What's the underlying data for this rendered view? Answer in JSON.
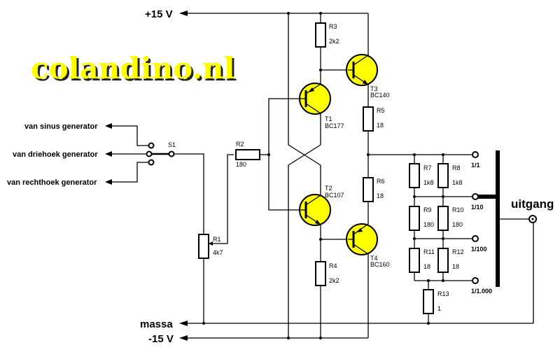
{
  "logo": {
    "text": "colandino.nl",
    "color": "#ffff00"
  },
  "rails": {
    "plus": "+15 V",
    "ground": "massa",
    "minus": "-15 V"
  },
  "inputs": {
    "sine": "van sinus generator",
    "triangle": "van driehoek generator",
    "square": "van rechthoek generator"
  },
  "switch": {
    "name": "S1"
  },
  "resistors": {
    "R1": {
      "name": "R1",
      "value": "4k7"
    },
    "R2": {
      "name": "R2",
      "value": "180"
    },
    "R3": {
      "name": "R3",
      "value": "2k2"
    },
    "R4": {
      "name": "R4",
      "value": "2k2"
    },
    "R5": {
      "name": "R5",
      "value": "18"
    },
    "R6": {
      "name": "R6",
      "value": "18"
    },
    "R7": {
      "name": "R7",
      "value": "1k8"
    },
    "R8": {
      "name": "R8",
      "value": "1k8"
    },
    "R9": {
      "name": "R9",
      "value": "180"
    },
    "R10": {
      "name": "R10",
      "value": "180"
    },
    "R11": {
      "name": "R11",
      "value": "18"
    },
    "R12": {
      "name": "R12",
      "value": "18"
    },
    "R13": {
      "name": "R13",
      "value": "1"
    }
  },
  "transistors": {
    "T1": {
      "name": "T1",
      "type": "BC177"
    },
    "T2": {
      "name": "T2",
      "type": "BC107"
    },
    "T3": {
      "name": "T3",
      "type": "BC140"
    },
    "T4": {
      "name": "T4",
      "type": "BC160"
    }
  },
  "attenuator_taps": [
    "1/1",
    "1/10",
    "1/100",
    "1/1.000"
  ],
  "output": {
    "label": "uitgang"
  },
  "colors": {
    "transistor_fill": "#ffff00",
    "wire": "#000000"
  }
}
